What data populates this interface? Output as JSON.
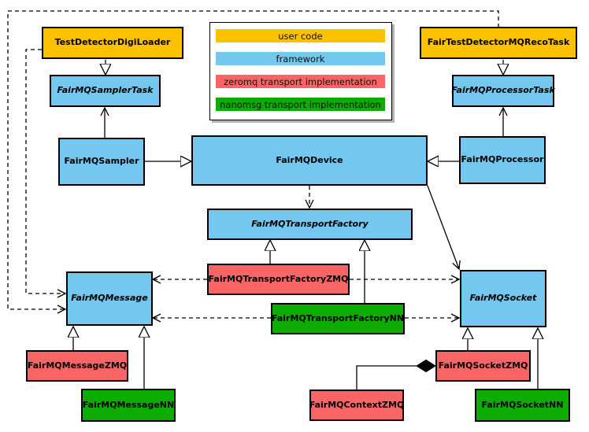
{
  "legend": {
    "items": [
      {
        "label": "user code",
        "color": "#fcc200"
      },
      {
        "label": "framework",
        "color": "#74c7ef"
      },
      {
        "label": "zeromq transport implementation",
        "color": "#f96565"
      },
      {
        "label": "nanomsg transport implementation",
        "color": "#0cad00"
      }
    ]
  },
  "colors": {
    "user_code": "#fcc200",
    "framework": "#74c7ef",
    "zeromq": "#f96565",
    "nanomsg": "#0cad00",
    "line": "#000000",
    "background": "#ffffff"
  },
  "nodes": {
    "testDetectorDigiLoader": {
      "label": "TestDetectorDigiLoader",
      "category": "user code",
      "abstract": false
    },
    "fairTestDetectorMQRecoTask": {
      "label": "FairTestDetectorMQRecoTask",
      "category": "user code",
      "abstract": false
    },
    "fairMQSamplerTask": {
      "label": "FairMQSamplerTask",
      "category": "framework",
      "abstract": true
    },
    "fairMQProcessorTask": {
      "label": "FairMQProcessorTask",
      "category": "framework",
      "abstract": true
    },
    "fairMQSampler": {
      "label": "FairMQSampler",
      "category": "framework",
      "abstract": false
    },
    "fairMQDevice": {
      "label": "FairMQDevice",
      "category": "framework",
      "abstract": false
    },
    "fairMQProcessor": {
      "label": "FairMQProcessor",
      "category": "framework",
      "abstract": false
    },
    "fairMQTransportFactory": {
      "label": "FairMQTransportFactory",
      "category": "framework",
      "abstract": true
    },
    "fairMQTransportFactoryZMQ": {
      "label": "FairMQTransportFactoryZMQ",
      "category": "zeromq",
      "abstract": false
    },
    "fairMQTransportFactoryNN": {
      "label": "FairMQTransportFactoryNN",
      "category": "nanomsg",
      "abstract": false
    },
    "fairMQMessage": {
      "label": "FairMQMessage",
      "category": "framework",
      "abstract": true
    },
    "fairMQSocket": {
      "label": "FairMQSocket",
      "category": "framework",
      "abstract": true
    },
    "fairMQMessageZMQ": {
      "label": "FairMQMessageZMQ",
      "category": "zeromq",
      "abstract": false
    },
    "fairMQMessageNN": {
      "label": "FairMQMessageNN",
      "category": "nanomsg",
      "abstract": false
    },
    "fairMQSocketZMQ": {
      "label": "FairMQSocketZMQ",
      "category": "zeromq",
      "abstract": false
    },
    "fairMQSocketNN": {
      "label": "FairMQSocketNN",
      "category": "nanomsg",
      "abstract": false
    },
    "fairMQContextZMQ": {
      "label": "FairMQContextZMQ",
      "category": "zeromq",
      "abstract": false
    }
  },
  "edges": [
    {
      "from": "TestDetectorDigiLoader",
      "to": "FairMQSamplerTask",
      "type": "inheritance"
    },
    {
      "from": "FairTestDetectorMQRecoTask",
      "to": "FairMQProcessorTask",
      "type": "inheritance"
    },
    {
      "from": "FairMQSampler",
      "to": "FairMQDevice",
      "type": "inheritance"
    },
    {
      "from": "FairMQProcessor",
      "to": "FairMQDevice",
      "type": "inheritance"
    },
    {
      "from": "FairMQTransportFactoryZMQ",
      "to": "FairMQTransportFactory",
      "type": "inheritance"
    },
    {
      "from": "FairMQTransportFactoryNN",
      "to": "FairMQTransportFactory",
      "type": "inheritance"
    },
    {
      "from": "FairMQMessageZMQ",
      "to": "FairMQMessage",
      "type": "inheritance"
    },
    {
      "from": "FairMQMessageNN",
      "to": "FairMQMessage",
      "type": "inheritance"
    },
    {
      "from": "FairMQSocketZMQ",
      "to": "FairMQSocket",
      "type": "inheritance"
    },
    {
      "from": "FairMQSocketNN",
      "to": "FairMQSocket",
      "type": "inheritance"
    },
    {
      "from": "FairMQSampler",
      "to": "FairMQSamplerTask",
      "type": "association"
    },
    {
      "from": "FairMQProcessor",
      "to": "FairMQProcessorTask",
      "type": "association"
    },
    {
      "from": "FairMQDevice",
      "to": "FairMQSocket",
      "type": "association"
    },
    {
      "from": "FairMQDevice",
      "to": "FairMQTransportFactory",
      "type": "dependency"
    },
    {
      "from": "TestDetectorDigiLoader",
      "to": "FairMQMessage",
      "type": "dependency"
    },
    {
      "from": "FairTestDetectorMQRecoTask",
      "to": "FairMQMessage",
      "type": "dependency"
    },
    {
      "from": "FairMQTransportFactoryZMQ",
      "to": "FairMQMessage",
      "type": "dependency"
    },
    {
      "from": "FairMQTransportFactoryZMQ",
      "to": "FairMQSocket",
      "type": "dependency"
    },
    {
      "from": "FairMQTransportFactoryNN",
      "to": "FairMQMessage",
      "type": "dependency"
    },
    {
      "from": "FairMQTransportFactoryNN",
      "to": "FairMQSocket",
      "type": "dependency"
    },
    {
      "from": "FairMQContextZMQ",
      "to": "FairMQSocketZMQ",
      "type": "composition"
    }
  ]
}
